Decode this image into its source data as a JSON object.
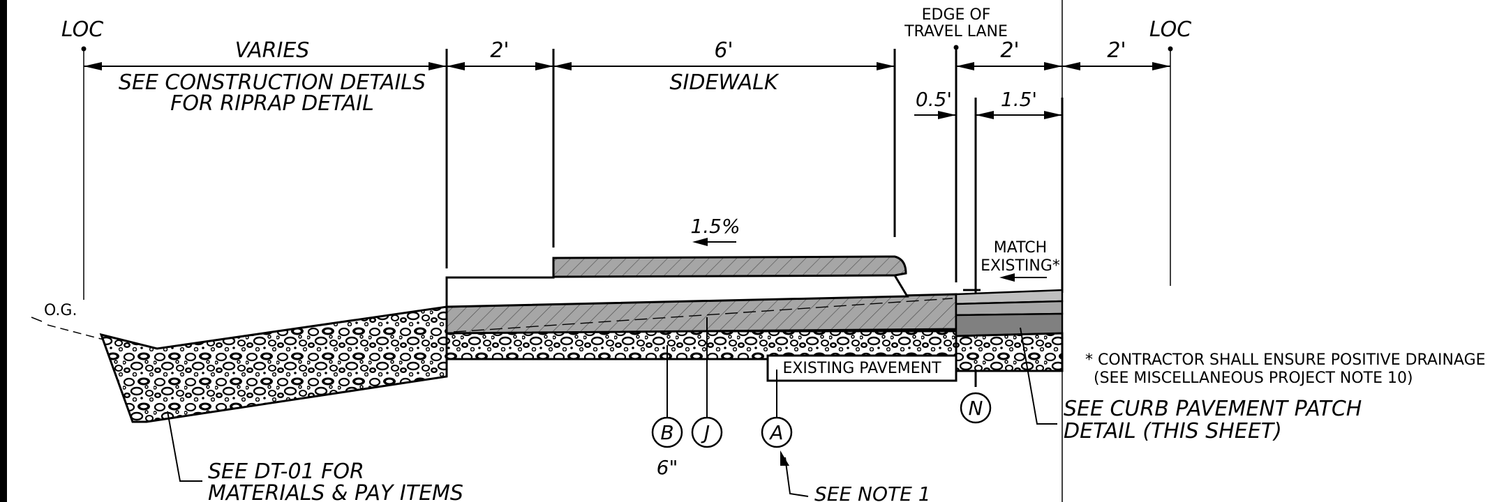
{
  "labels": {
    "loc_left": "LOC",
    "loc_right": "LOC",
    "edge_line1": "EDGE OF",
    "edge_line2": "TRAVEL LANE",
    "dim_varies": "VARIES",
    "riprap_line1": "SEE CONSTRUCTION DETAILS",
    "riprap_line2": "FOR RIPRAP DETAIL",
    "dim_2ft_a": "2'",
    "dim_6ft": "6'",
    "sidewalk": "SIDEWALK",
    "dim_2ft_b": "2'",
    "dim_2ft_c": "2'",
    "dim_05": "0.5'",
    "dim_15": "1.5'",
    "slope": "1.5%",
    "match_line1": "MATCH",
    "match_line2": "EXISTING*",
    "og": "O.G.",
    "existing_pavement": "EXISTING PAVEMENT",
    "note_line1": "* CONTRACTOR SHALL ENSURE POSITIVE DRAINAGE",
    "note_line2": "(SEE MISCELLANEOUS PROJECT NOTE 10)",
    "curb_line1": "SEE CURB PAVEMENT PATCH",
    "curb_line2": "DETAIL (THIS SHEET)",
    "callout_b": "B",
    "callout_j": "J",
    "callout_a": "A",
    "callout_n": "N",
    "thickness_6in": "6\"",
    "dt_line1": "SEE DT-01 FOR",
    "dt_line2": "MATERIALS & PAY ITEMS",
    "see_note": "SEE NOTE 1"
  },
  "colors": {
    "concrete": "#a6a6a6",
    "base_dark": "#808080",
    "line": "#000000"
  }
}
